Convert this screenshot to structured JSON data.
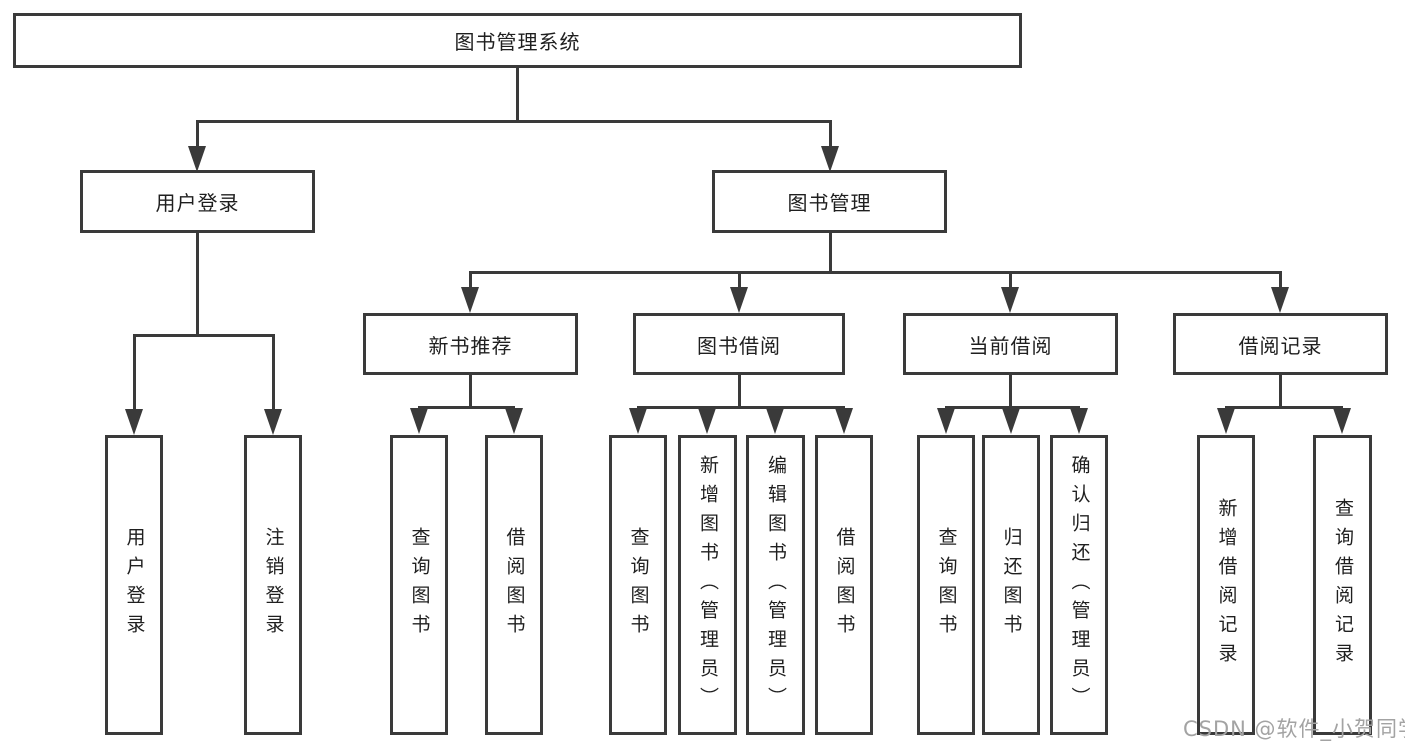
{
  "diagram": {
    "title": "图书管理系统",
    "type": "hierarchy-tree",
    "colors": {
      "line": "#3a3a3a",
      "box_border": "#3a3a3a",
      "text": "#1f1f1f",
      "background": "#ffffff",
      "watermark": "#a3a3a3"
    }
  },
  "tree": {
    "root": {
      "label": "图书管理系统"
    },
    "branches": [
      {
        "label": "用户登录",
        "children": [
          {
            "label": "用户登录"
          },
          {
            "label": "注销登录"
          }
        ]
      },
      {
        "label": "图书管理",
        "children": [
          {
            "label": "新书推荐",
            "children": [
              {
                "label": "查询图书"
              },
              {
                "label": "借阅图书"
              }
            ]
          },
          {
            "label": "图书借阅",
            "children": [
              {
                "label": "查询图书"
              },
              {
                "label": "新增图书（管理员）"
              },
              {
                "label": "编辑图书（管理员）"
              },
              {
                "label": "借阅图书"
              }
            ]
          },
          {
            "label": "当前借阅",
            "children": [
              {
                "label": "查询图书"
              },
              {
                "label": "归还图书"
              },
              {
                "label": "确认归还（管理员）"
              }
            ]
          },
          {
            "label": "借阅记录",
            "children": [
              {
                "label": "新增借阅记录"
              },
              {
                "label": "查询借阅记录"
              }
            ]
          }
        ]
      }
    ]
  },
  "watermark": {
    "text": "CSDN @软件_小贺同学"
  }
}
